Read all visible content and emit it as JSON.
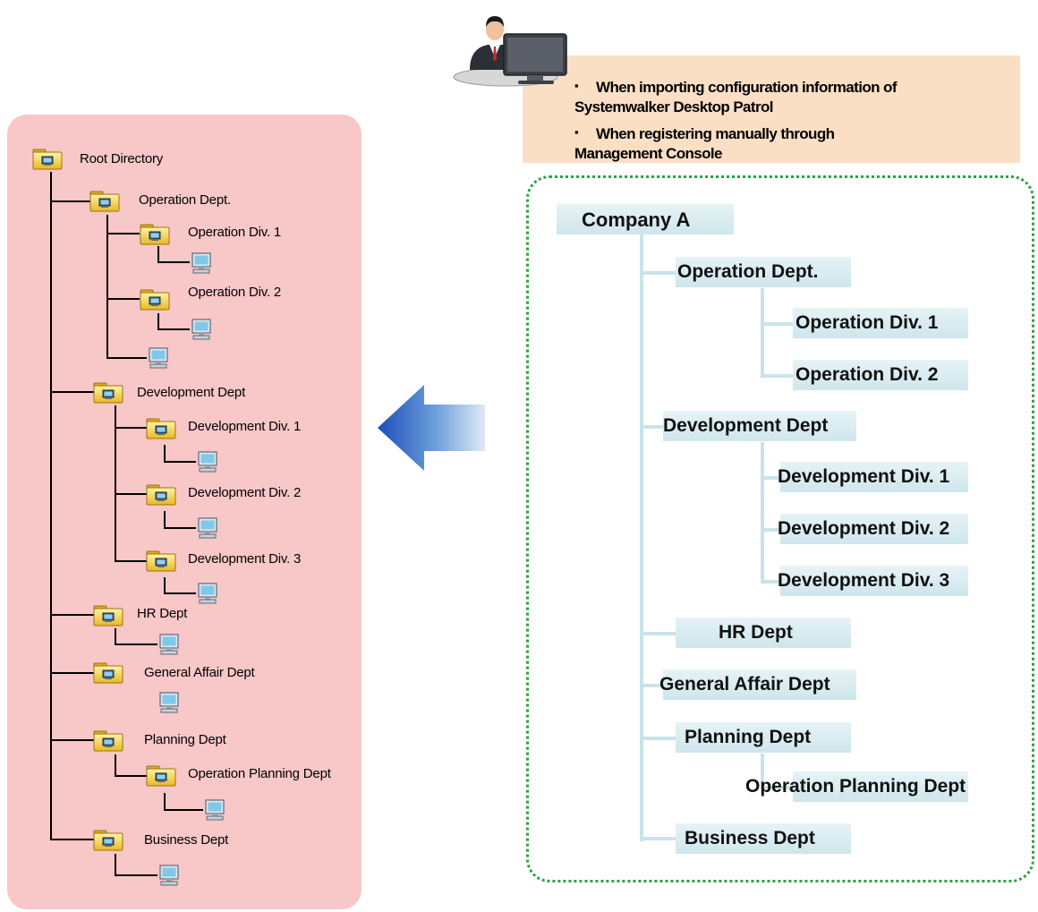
{
  "note": {
    "bullet": "▪",
    "line1": "When importing configuration information of",
    "line2": "Systemwalker Desktop Patrol",
    "line3": "When registering manually through",
    "line4": "Management Console"
  },
  "left_tree": {
    "root": "Root Directory",
    "operation_dept": "Operation Dept.",
    "operation_div1": "Operation Div. 1",
    "operation_div2": "Operation Div. 2",
    "development_dept": "Development Dept",
    "development_div1": "Development Div. 1",
    "development_div2": "Development Div. 2",
    "development_div3": "Development Div. 3",
    "hr_dept": "HR Dept",
    "general_affair_dept": "General Affair Dept",
    "planning_dept": "Planning Dept",
    "operation_planning_dept": "Operation Planning Dept",
    "business_dept": "Business Dept"
  },
  "org_chart": {
    "company": "Company A",
    "operation_dept": "Operation Dept.",
    "operation_div1": "Operation Div. 1",
    "operation_div2": "Operation Div. 2",
    "development_dept": "Development Dept",
    "development_div1": "Development Div. 1",
    "development_div2": "Development Div. 2",
    "development_div3": "Development Div. 3",
    "hr_dept": "HR Dept",
    "general_affair_dept": "General Affair Dept",
    "planning_dept": "Planning Dept",
    "operation_planning_dept": "Operation Planning Dept",
    "business_dept": "Business Dept"
  },
  "colors": {
    "left_panel": "#f8c7c7",
    "note_box": "#fbdfc5",
    "org_border": "#2ea043",
    "org_node": "#d8ecf1",
    "arrow": "#2b5fbf"
  },
  "icons": {
    "folder": "folder-with-computer-icon",
    "pc": "computer-icon",
    "user": "user-at-computer-icon",
    "arrow": "left-arrow-icon"
  }
}
